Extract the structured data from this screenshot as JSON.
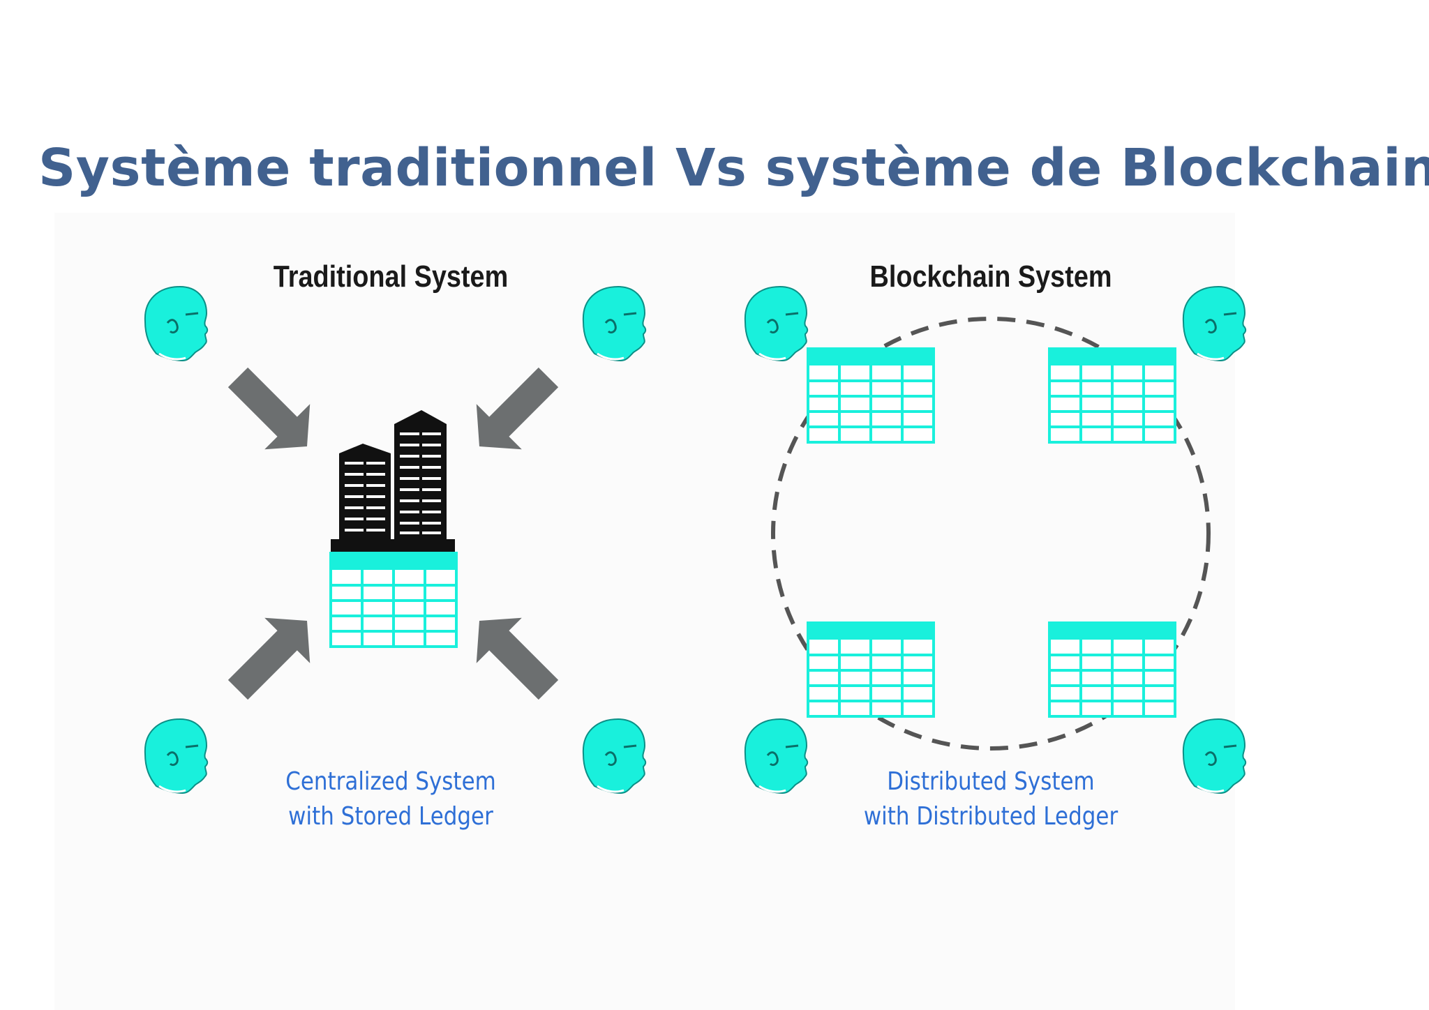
{
  "page": {
    "title": "Système traditionnel Vs système de Blockchain"
  },
  "traditional": {
    "title": "Traditional System",
    "caption_line1": "Centralized System",
    "caption_line2": "with Stored Ledger"
  },
  "blockchain": {
    "title": "Blockchain System",
    "caption_line1": "Distributed System",
    "caption_line2": "with Distributed Ledger"
  },
  "colors": {
    "title": "#41618f",
    "cyan": "#19f0dc",
    "arrow": "#6c6f70",
    "caption": "#2e6fd6",
    "ring": "#555555",
    "building": "#111111"
  },
  "icons": {
    "user": "user-head-icon",
    "ledger": "ledger-table-icon",
    "building": "office-building-icon",
    "arrow": "arrow-icon"
  }
}
